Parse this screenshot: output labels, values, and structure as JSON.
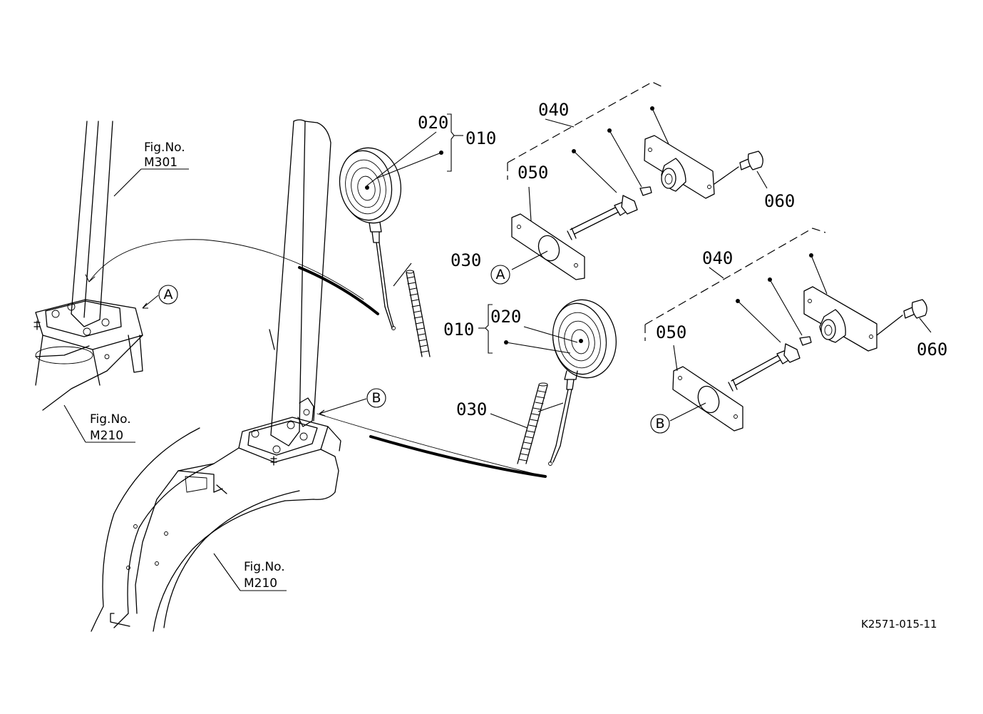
{
  "labels": {
    "lamp_assy": "010",
    "lamp_assy_2": "010",
    "bulb": "020",
    "bulb_2": "020",
    "grommet": "030",
    "grommet_2": "030",
    "bracket_assy": "040",
    "bracket_assy_2": "040",
    "plate": "050",
    "plate_2": "050",
    "bolt": "060",
    "bolt_2": "060"
  },
  "callouts": {
    "a": "A",
    "b": "B"
  },
  "fig_refs": {
    "ref1_title": "Fig.No.",
    "ref1_num": "M301",
    "ref2_title": "Fig.No.",
    "ref2_num": "M210",
    "ref3_title": "Fig.No.",
    "ref3_num": "M210"
  },
  "doc_id": "K2571-015-11"
}
